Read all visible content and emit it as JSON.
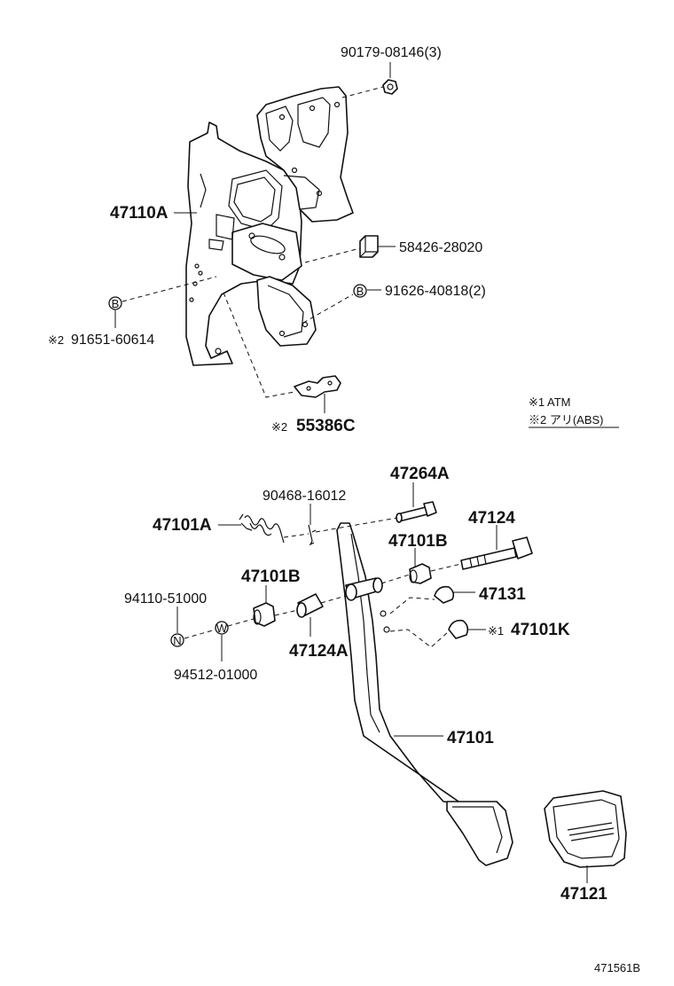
{
  "labels": {
    "p90179": "90179-08146(3)",
    "p47110A": "47110A",
    "p58426": "58426-28020",
    "p91626": "91626-40818(2)",
    "p91651": "91651-60614",
    "p55386C": "55386C",
    "note_mark2a": "※2",
    "note_mark2b": "※2",
    "note1": "※1 ATM",
    "note2": "※2 アリ(ABS)",
    "p47264A": "47264A",
    "p90468": "90468-16012",
    "p47101A": "47101A",
    "p47124": "47124",
    "p47101B_r": "47101B",
    "p47101B_l": "47101B",
    "p94110": "94110-51000",
    "p47131": "47131",
    "p47101K": "47101K",
    "note_mark1": "※1",
    "p47124A": "47124A",
    "p94512": "94512-01000",
    "p47101": "47101",
    "p47121": "47121",
    "ref": "471561B"
  },
  "callouts": {
    "B1": "B",
    "B2": "B",
    "N": "N",
    "W": "W"
  }
}
